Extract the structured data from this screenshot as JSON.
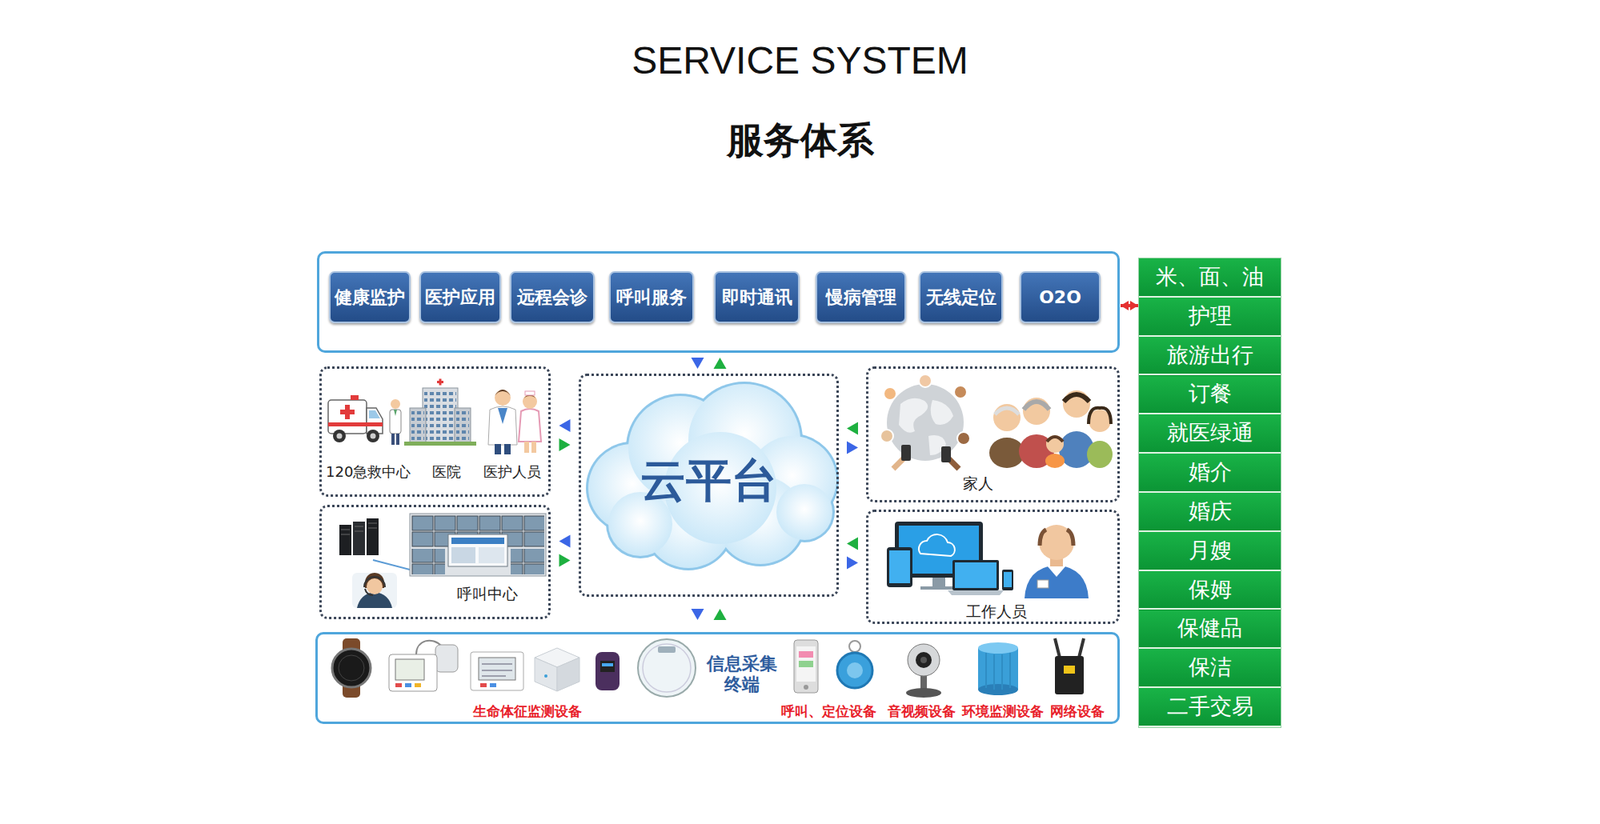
{
  "diagram": {
    "title": "SERVICE SYSTEM",
    "nodes": [
      {
        "text": []
      },
      {
        "text": [
          "健康监护"
        ],
        "in": 0
      },
      {
        "text": [
          "医护应用"
        ],
        "in": 0
      },
      {
        "text": [
          "远程会诊"
        ],
        "in": 0
      },
      {
        "text": [
          "呼叫服务"
        ],
        "in": 0
      },
      {
        "text": [
          "即时通讯"
        ],
        "in": 0
      },
      {
        "text": [
          "慢病管理"
        ],
        "in": 0
      },
      {
        "text": [
          "无线定位"
        ],
        "in": 0
      },
      {
        "text": [
          "O2O"
        ],
        "in": 0
      },
      {
        "text": []
      },
      {
        "text": [
          "米、面、油"
        ],
        "in": 9
      },
      {
        "text": [
          "护理"
        ],
        "in": 9
      },
      {
        "text": [
          "旅游出行"
        ],
        "in": 9
      },
      {
        "text": [
          "订餐"
        ],
        "in": 9
      },
      {
        "text": [
          "就医绿通"
        ],
        "in": 9
      },
      {
        "text": [
          "婚介"
        ],
        "in": 9
      },
      {
        "text": [
          "婚庆"
        ],
        "in": 9
      },
      {
        "text": [
          "月嫂"
        ],
        "in": 9
      },
      {
        "text": [
          "保姆"
        ],
        "in": 9
      },
      {
        "text": [
          "保健品"
        ],
        "in": 9
      },
      {
        "text": [
          "保洁"
        ],
        "in": 9
      },
      {
        "text": [
          "二手交易"
        ],
        "in": 9
      },
      {
        "text": [
          "120急救中心",
          "医院",
          "医护人员"
        ]
      },
      {
        "text": [
          "云平台"
        ]
      },
      {
        "text": [
          "家人"
        ]
      },
      {
        "text": [
          "呼叫中心"
        ]
      },
      {
        "text": [
          "工作人员"
        ]
      },
      {
        "text": [
          "信息采集 终端",
          "生命体征监测设备",
          "呼叫、定位设备",
          "音视频设备",
          "环境监测设备",
          "网络设备"
        ]
      }
    ],
    "edges": [
      {
        "from": 0,
        "to": 23,
        "arrow": "both"
      },
      {
        "from": 23,
        "to": 22,
        "arrow": "both"
      },
      {
        "from": 23,
        "to": 24,
        "arrow": "both"
      },
      {
        "from": 23,
        "to": 25,
        "arrow": "both"
      },
      {
        "from": 23,
        "to": 26,
        "arrow": "both"
      },
      {
        "from": 23,
        "to": 27,
        "arrow": "both"
      },
      {
        "from": 0,
        "to": 9,
        "arrow": "both"
      }
    ],
    "labels": [
      "服务体系"
    ]
  }
}
